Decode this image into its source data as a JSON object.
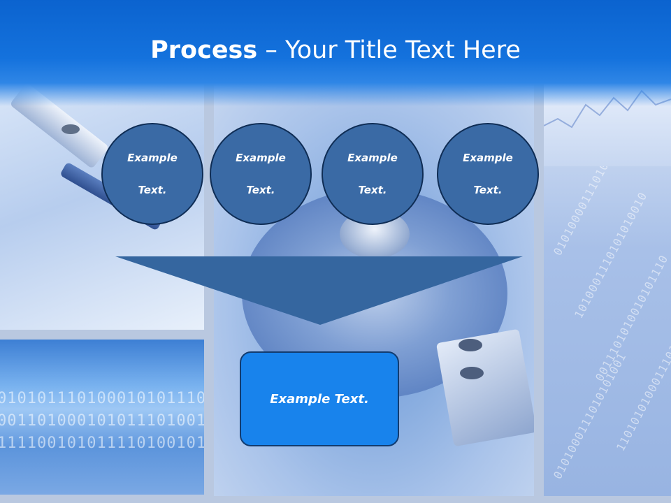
{
  "title": {
    "bold_part": "Process",
    "rest": " – Your Title Text Here"
  },
  "steps": [
    {
      "line1": "Example",
      "line2": "Text."
    },
    {
      "line1": "Example",
      "line2": "Text."
    },
    {
      "line1": "Example",
      "line2": "Text."
    },
    {
      "line1": "Example",
      "line2": "Text."
    }
  ],
  "result": {
    "label": "Example Text."
  },
  "colors": {
    "title_bar": "#1472dd",
    "circle_fill": "#3a6aa5",
    "circle_border": "#0f2d55",
    "funnel_fill": "#35669f",
    "result_fill": "#1883ec"
  }
}
